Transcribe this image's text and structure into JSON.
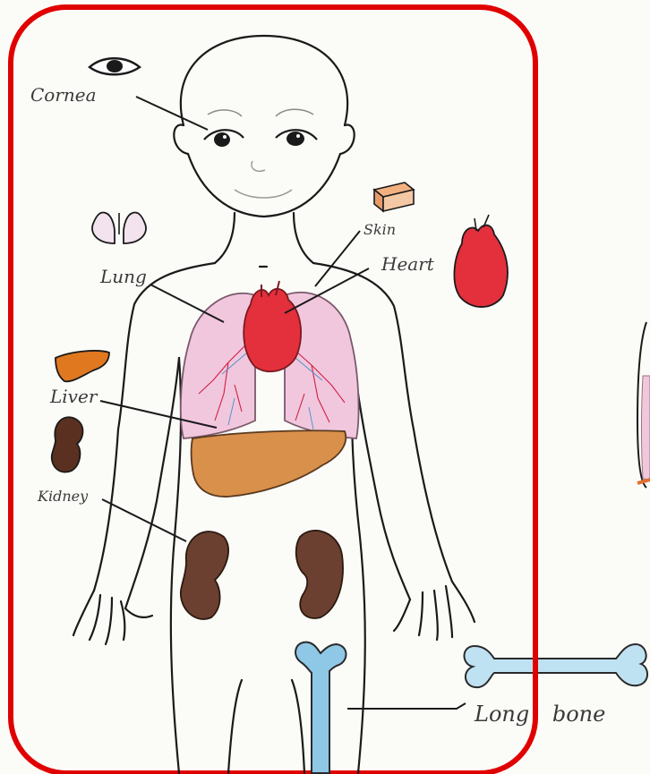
{
  "labels": {
    "cornea": "Cornea",
    "skin": "Skin",
    "heart": "Heart",
    "lung": "Lung",
    "liver": "Liver",
    "kidney": "Kidney",
    "long_bone": "Long bone"
  },
  "colors": {
    "highlight_frame": "#e00000",
    "heart": "#e0303a",
    "lung": "#f0c8dc",
    "liver": "#d9904a",
    "kidney": "#6b4030",
    "bone": "#8ec8e6",
    "skin_fill": "#e79a6a",
    "outline": "#1a1a1a"
  }
}
